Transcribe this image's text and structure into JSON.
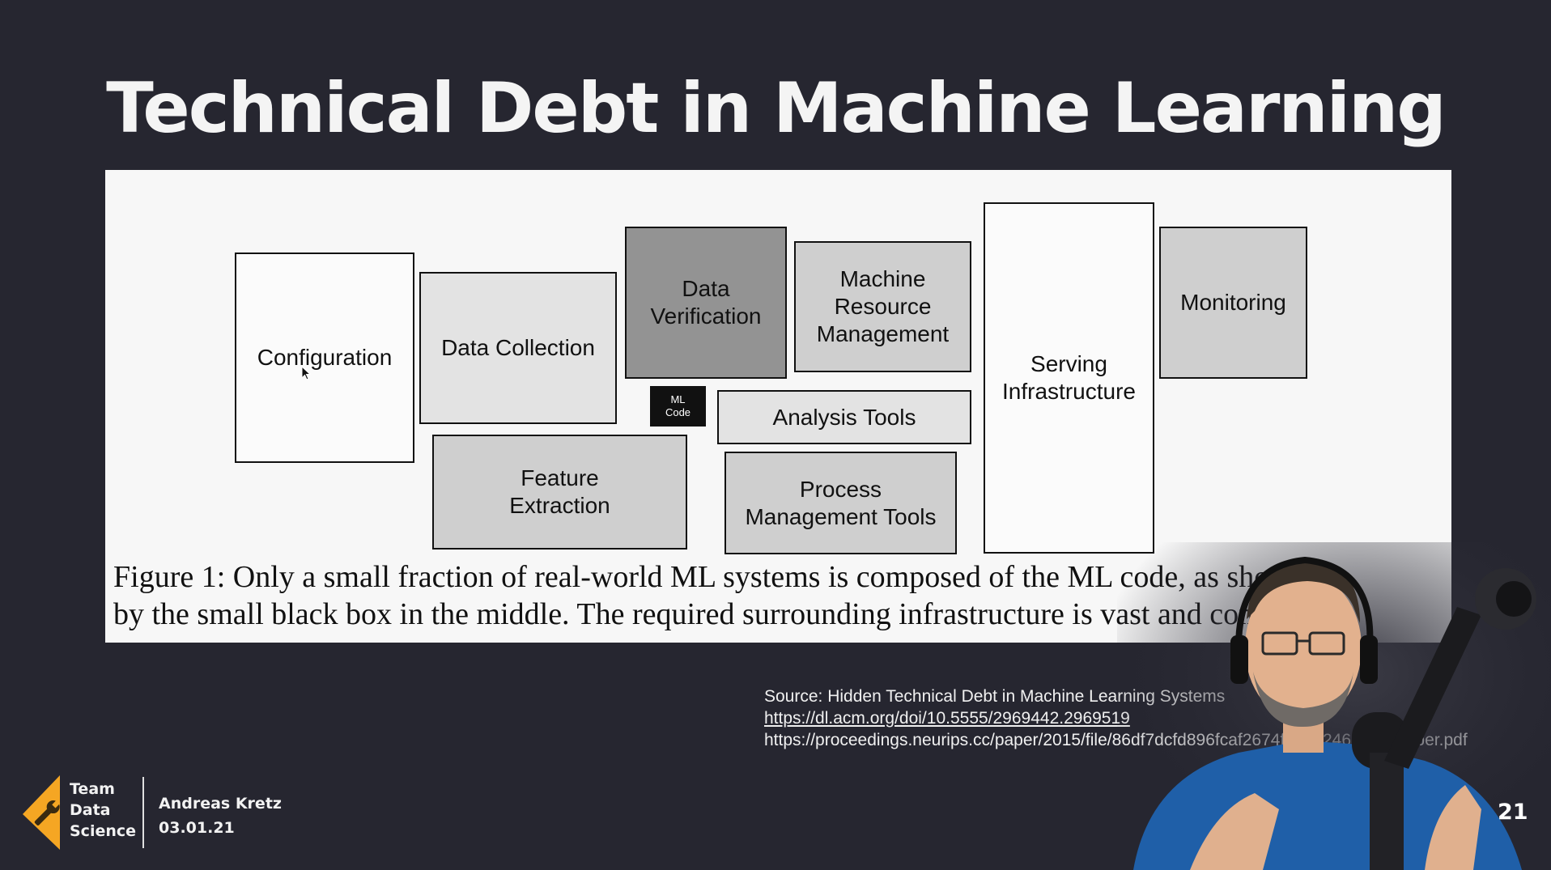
{
  "slide": {
    "title": "Technical Debt in Machine Learning",
    "number": "21"
  },
  "figure": {
    "boxes": {
      "configuration": "Configuration",
      "data_collection": "Data Collection",
      "data_verification": "Data\nVerification",
      "machine_resource_management": "Machine\nResource\nManagement",
      "serving_infrastructure": "Serving\nInfrastructure",
      "monitoring": "Monitoring",
      "ml_code": "ML\nCode",
      "analysis_tools": "Analysis Tools",
      "feature_extraction": "Feature\nExtraction",
      "process_management_tools": "Process\nManagement Tools"
    },
    "caption_line1": "Figure 1:  Only a small fraction of real-world ML systems is composed of the ML code, as shown",
    "caption_line2": "by the small black box in the middle. The required surrounding infrastructure is vast and complex."
  },
  "source": {
    "label": "Source: Hidden Technical Debt in Machine Learning Systems",
    "link1": "https://dl.acm.org/doi/10.5555/2969442.2969519",
    "link2": "https://proceedings.neurips.cc/paper/2015/file/86df7dcfd896fcaf2674f757a2463eba-Paper.pdf"
  },
  "footer": {
    "team_line1": "Team",
    "team_line2": "Data",
    "team_line3": "Science",
    "presenter_name": "Andreas Kretz",
    "date": "03.01.21"
  },
  "colors": {
    "background": "#262630",
    "logo_orange": "#f5a623",
    "ml_code_box": "#111111"
  },
  "icons": {
    "logo": "wrench-in-orange-triangle-icon",
    "cursor": "mouse-cursor-icon"
  }
}
